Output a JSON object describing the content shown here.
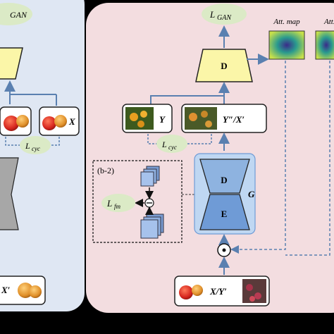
{
  "left_panel": {
    "top_loss_text": "GAN",
    "l_cyc": "L",
    "l_cyc_sub": "cyc",
    "x_label": "X",
    "bottom_label": "X′"
  },
  "right_panel": {
    "l_gan": "L",
    "l_gan_sub": "GAN",
    "discriminator_label": "D",
    "att_map_label": "Att. map",
    "att_map_label_2": "Att.",
    "y_label": "Y",
    "y2_label": "Y″/X′",
    "l_cyc": "L",
    "l_cyc_sub": "cyc",
    "inset_tag": "(b-2)",
    "l_fm": "L",
    "l_fm_sub": "fm",
    "minus_symbol": "⊖",
    "gen_d_label": "D",
    "gen_e_label": "E",
    "g_label": "G",
    "combine_symbol": "⊙",
    "input_label": "X/Y′"
  },
  "colors": {
    "left_bg": "#dfe7f3",
    "right_bg": "#f3dde0",
    "loss_bubble": "#dbeac6",
    "discriminator_fill": "#fbf6a8",
    "generator_decoder": "#8eb3e0",
    "generator_encoder": "#6f9bd6",
    "generator_box": "#bfd7f2",
    "arrow": "#5a80b0",
    "encoder_gray": "#a7a7a7"
  }
}
